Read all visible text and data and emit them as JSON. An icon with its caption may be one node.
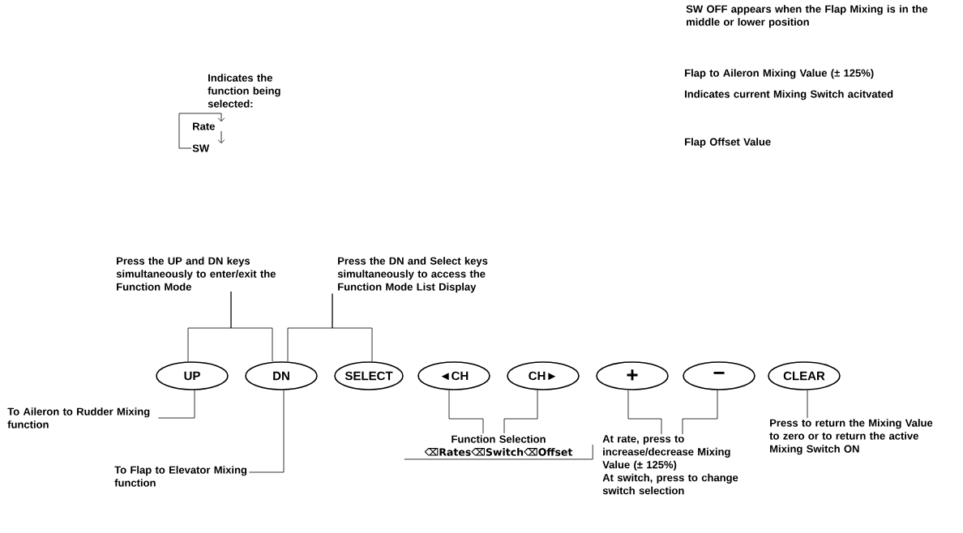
{
  "diagram": {
    "nodes": [
      {
        "text": [
          "Indicates the function being selected:"
        ]
      },
      {
        "text": [
          "Rate"
        ]
      },
      {
        "text": [
          "SW"
        ]
      },
      {
        "text": [
          "UP"
        ]
      },
      {
        "text": [
          "DN"
        ]
      },
      {
        "text": [
          "SELECT"
        ]
      },
      {
        "text": [
          "◄CH"
        ]
      },
      {
        "text": [
          "CH►"
        ]
      },
      {
        "text": [
          "+"
        ]
      },
      {
        "text": [
          "−"
        ]
      },
      {
        "text": [
          "CLEAR"
        ]
      },
      {
        "text": [
          "Press the UP and DN keys simultaneously to enter/exit the Function Mode"
        ]
      },
      {
        "text": [
          "Press the DN and Select keys simultaneously to access the Function Mode List Display"
        ]
      },
      {
        "text": [
          "To Aileron to Rudder Mixing function"
        ]
      },
      {
        "text": [
          "To Flap to Elevator Mixing function"
        ]
      },
      {
        "text": [
          "Function Selection",
          "⌫Rates⌫Switch⌫Offset"
        ]
      },
      {
        "text": [
          "At rate, press to increase/decrease Mixing Value (± 125%)",
          "At switch, press to change switch selection"
        ]
      },
      {
        "text": [
          "Press to return the Mixing Value to zero or to return the active Mixing Switch ON"
        ]
      }
    ],
    "edges": [
      {
        "from": 2,
        "to": 1,
        "arrow": "to"
      },
      {
        "from": 1,
        "to": 2,
        "arrow": "to"
      },
      {
        "from": 11,
        "to": 3,
        "arrow": "none"
      },
      {
        "from": 11,
        "to": 4,
        "arrow": "none"
      },
      {
        "from": 12,
        "to": 4,
        "arrow": "none"
      },
      {
        "from": 12,
        "to": 5,
        "arrow": "none"
      },
      {
        "from": 13,
        "to": 3,
        "arrow": "none"
      },
      {
        "from": 14,
        "to": 4,
        "arrow": "none"
      },
      {
        "from": 15,
        "to": 6,
        "arrow": "none"
      },
      {
        "from": 15,
        "to": 7,
        "arrow": "none"
      },
      {
        "from": 16,
        "to": 8,
        "arrow": "none"
      },
      {
        "from": 16,
        "to": 9,
        "arrow": "none"
      },
      {
        "from": 17,
        "to": 10,
        "arrow": "none"
      }
    ],
    "labels": [
      "SW OFF appears when the Flap Mixing is in the middle or lower position",
      "Flap to Aileron Mixing Value (± 125%)",
      "Indicates current Mixing Switch acitvated",
      "Flap Offset Value"
    ]
  }
}
